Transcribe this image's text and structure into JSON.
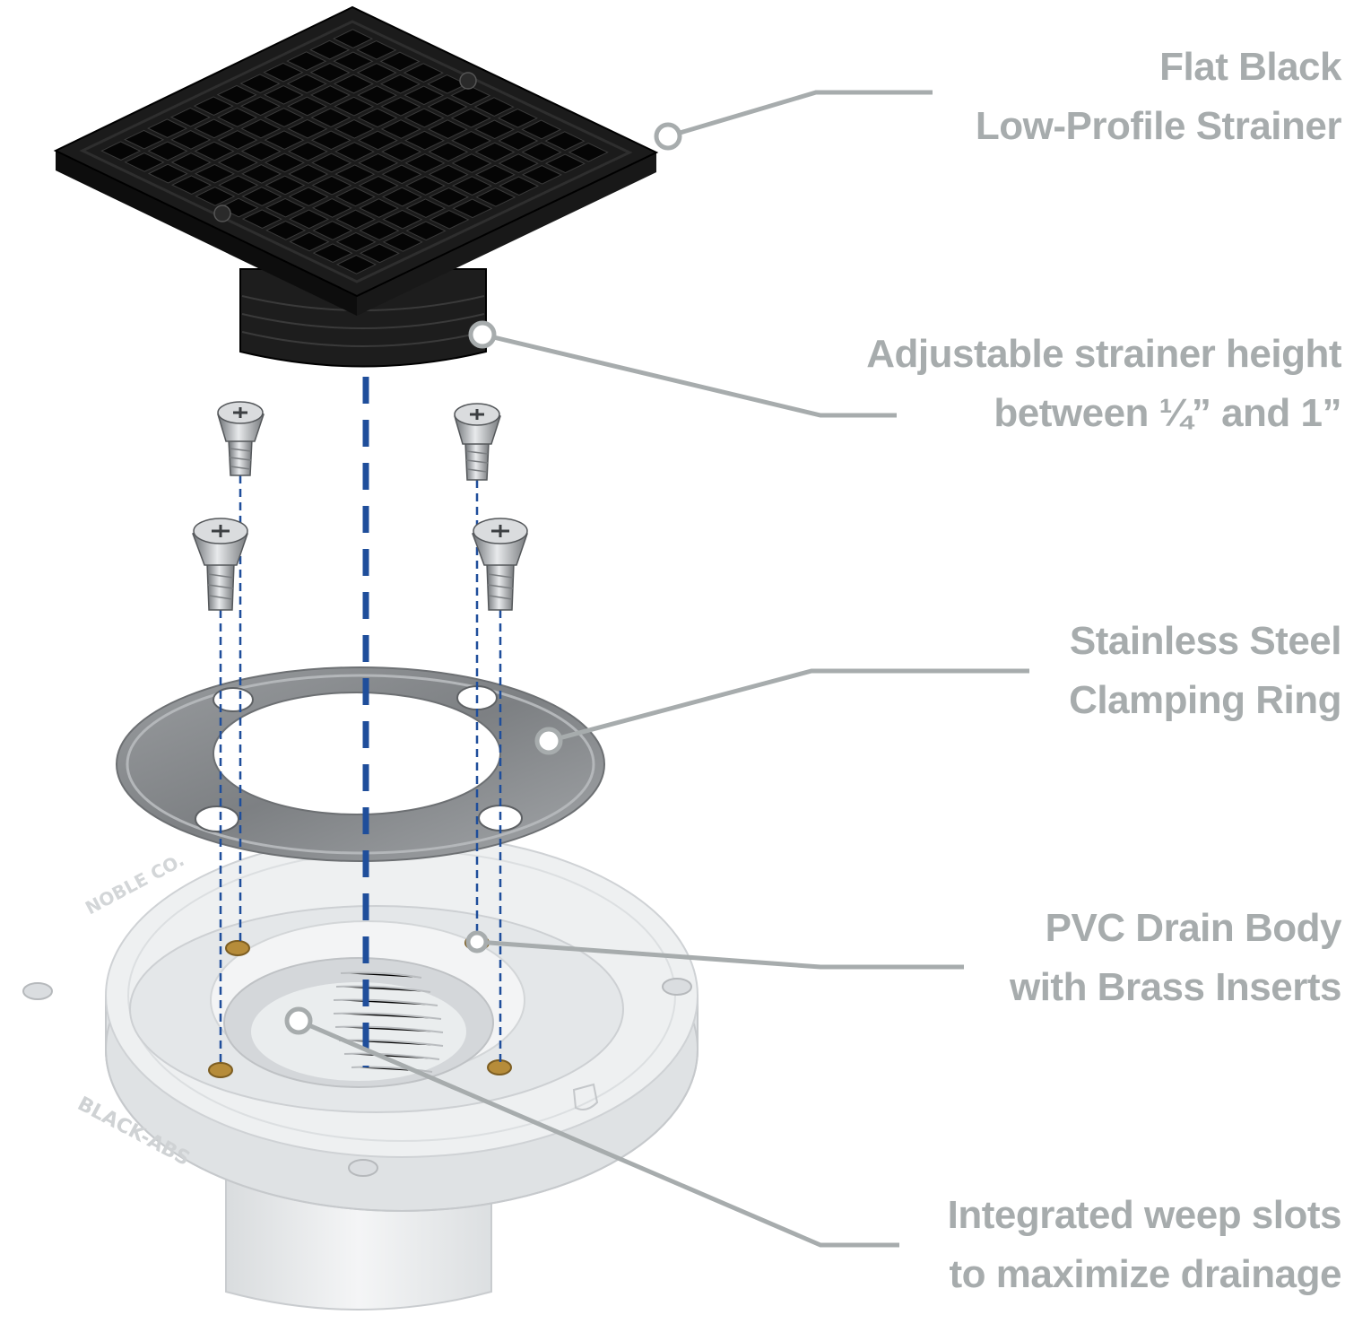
{
  "callouts": [
    {
      "id": "strainer",
      "lines": [
        "Flat Black",
        "Low-Profile Strainer"
      ]
    },
    {
      "id": "height",
      "lines": [
        "Adjustable strainer height",
        "between ¼” and 1”"
      ]
    },
    {
      "id": "ring",
      "lines": [
        "Stainless Steel",
        "Clamping Ring"
      ]
    },
    {
      "id": "body",
      "lines": [
        "PVC Drain Body",
        "with Brass Inserts"
      ]
    },
    {
      "id": "weep",
      "lines": [
        "Integrated weep slots",
        "to maximize drainage"
      ]
    }
  ],
  "colors": {
    "callout_text": "#a7acad",
    "callout_line": "#a7acad",
    "guide_line": "#1f4e9b",
    "strainer": "#1b1b1b",
    "ring": "#8c8f92",
    "drain_body": "#eceeef",
    "brass": "#b68c3a"
  },
  "drain_body_markings": [
    "BLACK-ABS",
    "NOBLE CO."
  ]
}
